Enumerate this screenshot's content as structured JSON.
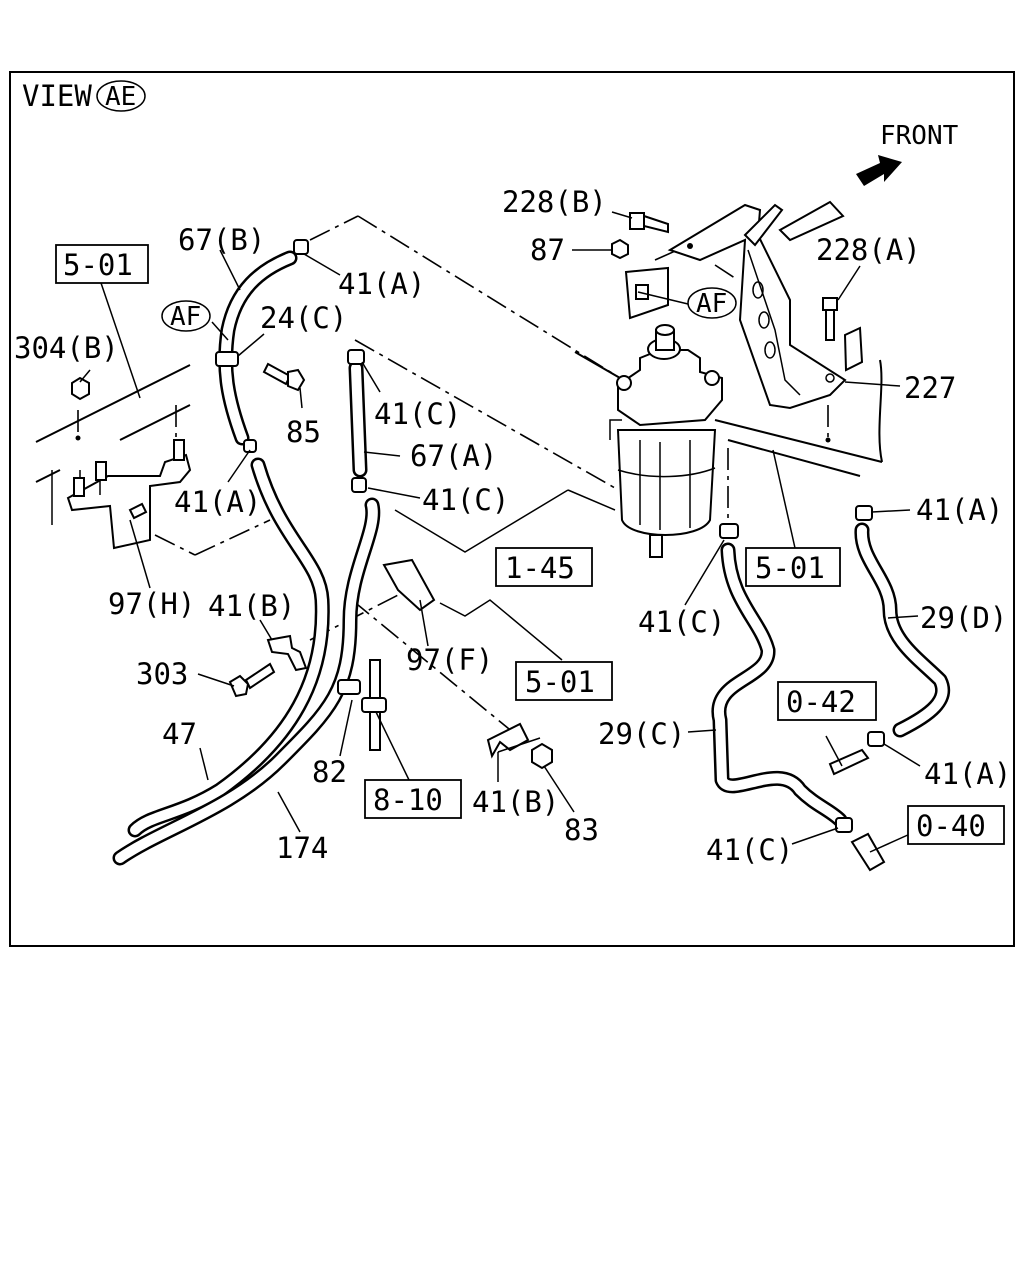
{
  "view": {
    "prefix": "VIEW",
    "code": "AE"
  },
  "front": {
    "label": "FRONT"
  },
  "refs": {
    "r501_a": "5-01",
    "r501_b": "5-01",
    "r501_c": "5-01",
    "r145": "1-45",
    "r810": "8-10",
    "r042": "0-42",
    "r040": "0-40"
  },
  "af": {
    "a": "AF",
    "b": "AF"
  },
  "callouts": {
    "c67b": "67(B)",
    "c41a_1": "41(A)",
    "c24c": "24(C)",
    "c304b": "304(B)",
    "c85": "85",
    "c41c_1": "41(C)",
    "c67a": "67(A)",
    "c41a_2": "41(A)",
    "c41c_2": "41(C)",
    "c228b": "228(B)",
    "c87": "87",
    "c228a": "228(A)",
    "c227": "227",
    "c41a_3": "41(A)",
    "c97h": "97(H)",
    "c41b_1": "41(B)",
    "c303": "303",
    "c97f": "97(F)",
    "c41c_3": "41(C)",
    "c29d": "29(D)",
    "c47": "47",
    "c82": "82",
    "c29c": "29(C)",
    "c41a_4": "41(A)",
    "c41b_2": "41(B)",
    "c83": "83",
    "c174": "174",
    "c41c_4": "41(C)"
  }
}
